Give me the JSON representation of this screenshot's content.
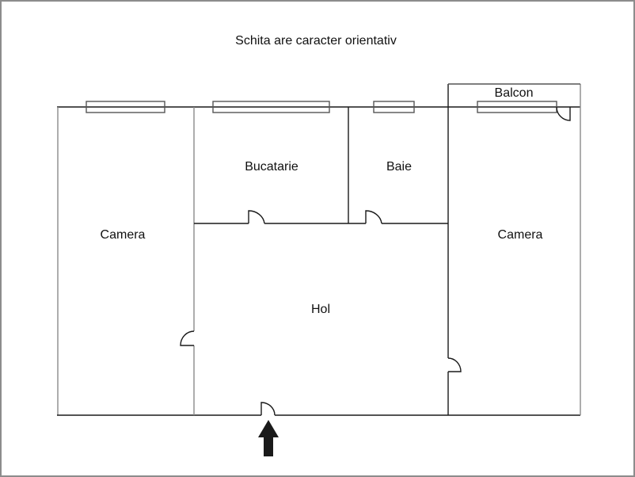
{
  "title": "Schita are caracter orientativ",
  "rooms": {
    "camera_left": "Camera",
    "bucatarie": "Bucatarie",
    "baie": "Baie",
    "balcon": "Balcon",
    "camera_right": "Camera",
    "hol": "Hol"
  },
  "colors": {
    "wall_dark": "#1a1a1a",
    "wall_gray": "#8a8a8a",
    "window": "#555555",
    "frame": "#8c8c8c",
    "arrow": "#1a1a1a"
  },
  "icons": {
    "entrance": "entrance-arrow-up"
  }
}
